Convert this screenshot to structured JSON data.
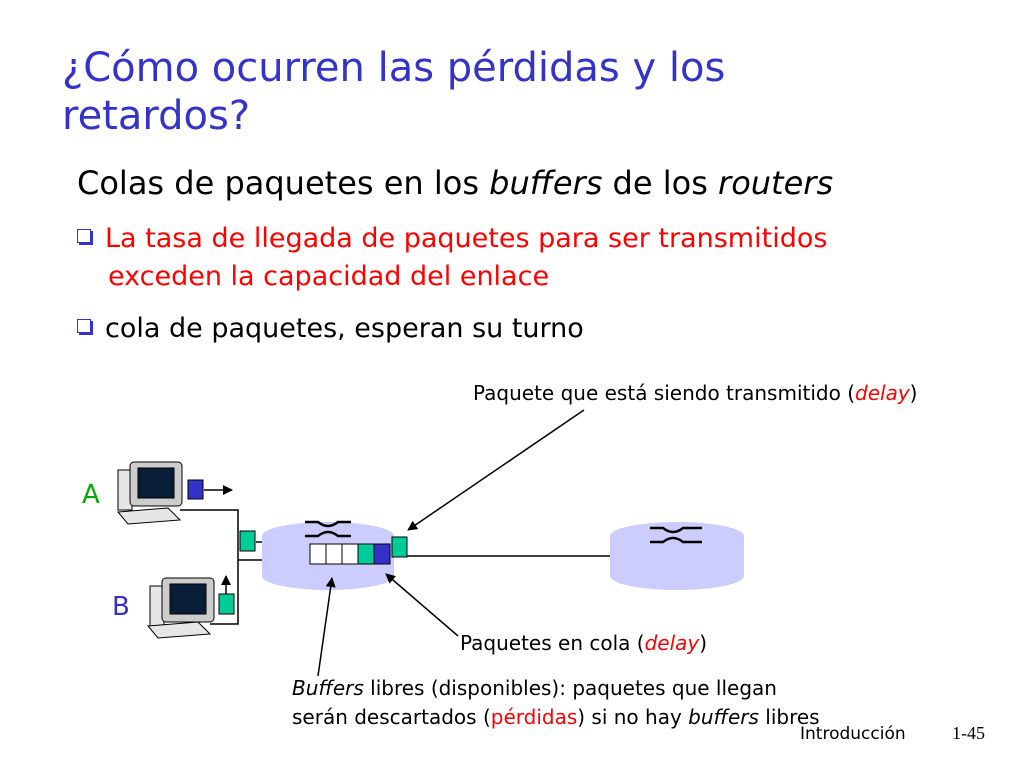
{
  "slide": {
    "title": "¿Cómo ocurren las pérdidas y los retardos?",
    "subtitle_prefix": "Colas de paquetes en los ",
    "subtitle_em1": "buffers",
    "subtitle_mid": " de los ",
    "subtitle_em2": "routers",
    "bullets": [
      {
        "line1": "La tasa de llegada de paquetes para ser transmitidos",
        "line2": "exceden la capacidad del enlace"
      },
      {
        "line1": "cola de paquetes, esperan su turno"
      }
    ]
  },
  "diagram": {
    "host_a": "A",
    "host_b": "B",
    "label_transmitting_prefix": "Paquete que está siendo transmitido (",
    "label_transmitting_delay": "delay",
    "label_transmitting_suffix": ")",
    "label_queued_prefix": "Paquetes en cola (",
    "label_queued_delay": "delay",
    "label_queued_suffix": ")",
    "label_free_em": "Buffers",
    "label_free_rest": " libres (disponibles): paquetes que llegan",
    "label_free_line2_prefix": "serán descartados (",
    "label_free_line2_red": "pérdidas",
    "label_free_line2_mid": ") si no hay ",
    "label_free_line2_em": "buffers",
    "label_free_line2_suffix": " libres",
    "colors": {
      "router": "#ccccff",
      "packet_teal": "#00cc99",
      "packet_blue": "#3333cc",
      "title": "#3333cc",
      "emphasis": "#ff0000"
    }
  },
  "footer": {
    "text": "Introducción",
    "page": "1-45"
  }
}
